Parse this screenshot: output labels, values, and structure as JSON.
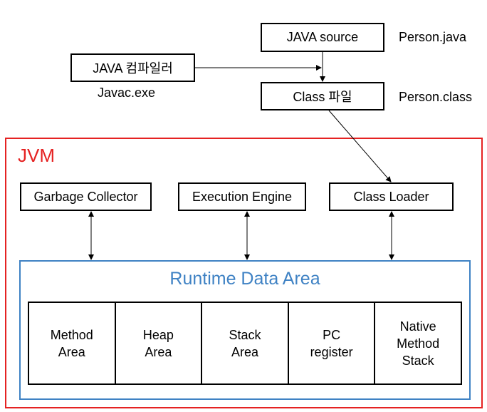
{
  "top": {
    "java_source": "JAVA source",
    "java_source_file": "Person.java",
    "compiler": "JAVA 컴파일러",
    "compiler_exe": "Javac.exe",
    "class_file": "Class 파일",
    "class_file_name": "Person.class"
  },
  "jvm": {
    "title": "JVM",
    "garbage_collector": "Garbage Collector",
    "execution_engine": "Execution Engine",
    "class_loader": "Class Loader",
    "runtime_data_area": {
      "title": "Runtime Data Area",
      "areas": [
        "Method\nArea",
        "Heap\nArea",
        "Stack\nArea",
        "PC\nregister",
        "Native\nMethod\nStack"
      ]
    }
  },
  "colors": {
    "jvm_border": "#e52222",
    "runtime_border": "#3f82c4"
  }
}
